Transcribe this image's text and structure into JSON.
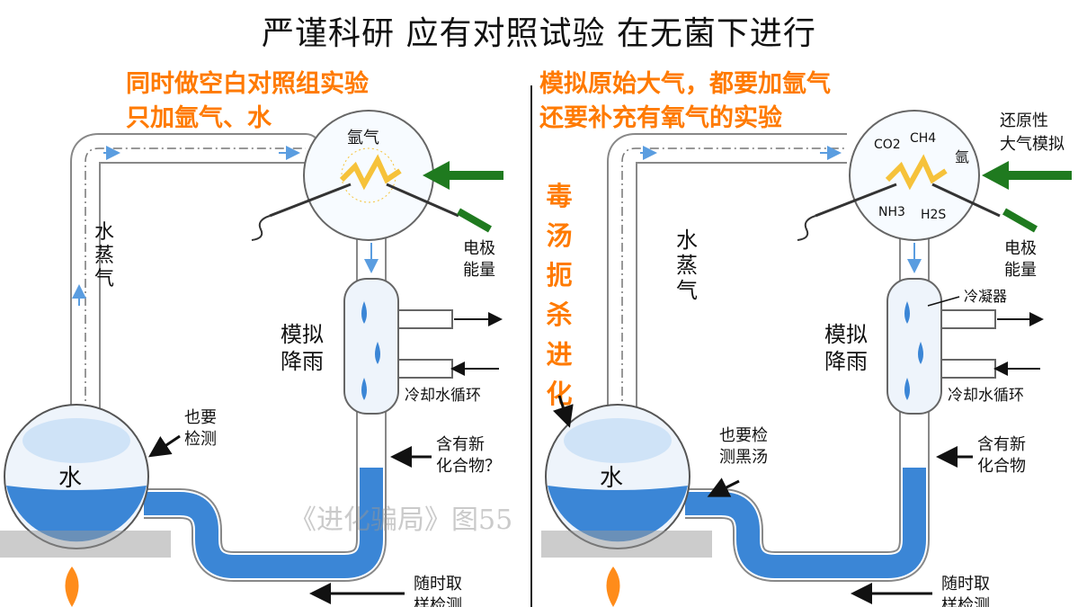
{
  "title": "严谨科研  应有对照试验  在无菌下进行",
  "left": {
    "caption_line1": "同时做空白对照组实验",
    "caption_line2": "只加氩气、水",
    "gas_label": "氩气",
    "vapor_label": "水\n蒸\n气",
    "electrode_label": "电极\n能量",
    "rain_label": "模拟\n降雨",
    "cooling_label": "冷却水循环",
    "flask_label": "水",
    "also_detect": "也要\n检测",
    "new_compound": "含有新\n化合物？",
    "sample_label": "随时取\n样检测"
  },
  "right": {
    "caption_line1": "模拟原始大气，都要加氩气",
    "caption_line2": "还要补充有氧气的实验",
    "vertical_note": "毒汤扼杀进化",
    "gases": [
      "CO2",
      "CH4",
      "NH3",
      "H2S"
    ],
    "gas_side": "氩",
    "reducing_label": "还原性\n大气模拟",
    "vapor_label": "水\n蒸\n气",
    "electrode_label": "电极\n能量",
    "condenser_label": "冷凝器",
    "rain_label": "模拟\n降雨",
    "cooling_label": "冷却水循环",
    "flask_label": "水",
    "also_detect": "也要检\n测黑汤",
    "new_compound": "含有新\n化合物",
    "sample_label": "随时取\n样检测"
  },
  "watermark": "《进化骗局》图55",
  "colors": {
    "accent_orange": "#ff7a00",
    "water_blue": "#3b86d6",
    "arrow_green": "#1f7a1f",
    "spark_yellow": "#f6c23a"
  }
}
